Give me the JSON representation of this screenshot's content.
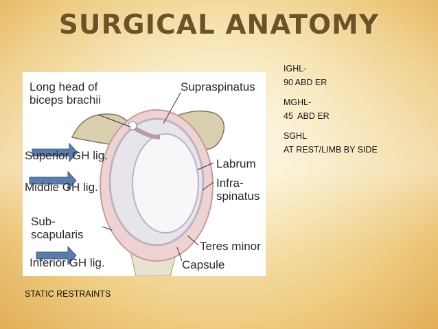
{
  "slide": {
    "title": "SURGICAL ANATOMY",
    "ligaments": [
      {
        "line1": "IGHL-",
        "line2": "90 ABD ER"
      },
      {
        "line1": "MGHL-",
        "line2": "45  ABD ER"
      },
      {
        "line1": "SGHL",
        "line2": "AT REST/LIMB BY SIDE"
      }
    ],
    "footer": "STATIC RESTRAINTS"
  },
  "figure": {
    "labels": {
      "long_head": [
        "Long head of",
        "biceps brachii"
      ],
      "supraspinatus": "Supraspinatus",
      "superior": "Superior GH lig.",
      "middle": "Middle GH lig.",
      "sub": [
        "Sub-",
        "scapularis"
      ],
      "inferior": "Inferior GH lig.",
      "labrum": "Labrum",
      "infra": [
        "Infra-",
        "spinatus"
      ],
      "teres": "Teres minor",
      "capsule": "Capsule"
    }
  },
  "colors": {
    "title": "#6b5326",
    "arrow": "#5a7dac",
    "bone": "#d8cfae",
    "capsule": "#e8b9b9"
  }
}
